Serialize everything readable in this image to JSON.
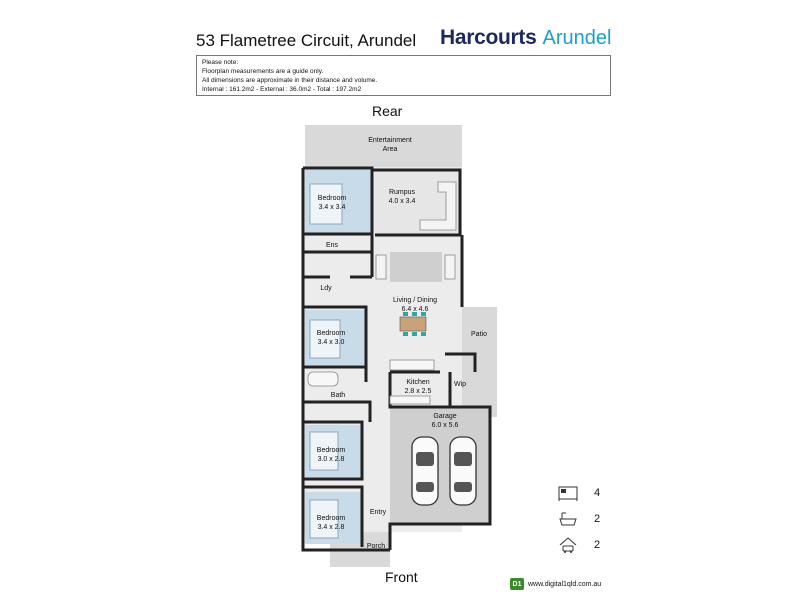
{
  "address": "53 Flametree Circuit, Arundel",
  "logo": {
    "brand": "Harcourts",
    "office": "Arundel"
  },
  "notes": [
    "Please note:",
    "Floorplan measurements are a guide only.",
    "All dimensions are approximate in their distance and volume.",
    "Internal : 161.2m2 - External : 36.0m2 - Total : 197.2m2"
  ],
  "orientation": {
    "rear": "Rear",
    "front": "Front"
  },
  "rooms": {
    "entertainment": [
      "Entertainment",
      "Area"
    ],
    "rumpus": [
      "Rumpus",
      "4.0 x 3.4"
    ],
    "bedroom1": [
      "Bedroom",
      "3.4 x 3.4"
    ],
    "ens": "Ens",
    "ldy": "Ldy",
    "living": [
      "Living / Dining",
      "6.4 x 4.6"
    ],
    "bedroom2": [
      "Bedroom",
      "3.4 x 3.0"
    ],
    "patio": "Patio",
    "kitchen": [
      "Kitchen",
      "2.8 x 2.5"
    ],
    "wip": "Wip",
    "bath": "Bath",
    "garage": [
      "Garage",
      "6.0 x 5.6"
    ],
    "bedroom3": [
      "Bedroom",
      "3.0 x 2.8"
    ],
    "bedroom4": [
      "Bedroom",
      "3.4 x 2.8"
    ],
    "entry": "Entry",
    "porch": "Porch"
  },
  "legend": [
    {
      "icon": "bed-icon",
      "count": "4"
    },
    {
      "icon": "bath-icon",
      "count": "2"
    },
    {
      "icon": "car-icon",
      "count": "2"
    }
  ],
  "footer": {
    "site": "www.digital1qld.com.au",
    "mark": "D1"
  },
  "colors": {
    "wall": "#222222",
    "bedroom": "#c8dbe8",
    "floor": "#ececec",
    "outdoor": "#d9d9d9",
    "brand": "#1a2a5e",
    "accent": "#1a9fd0"
  }
}
